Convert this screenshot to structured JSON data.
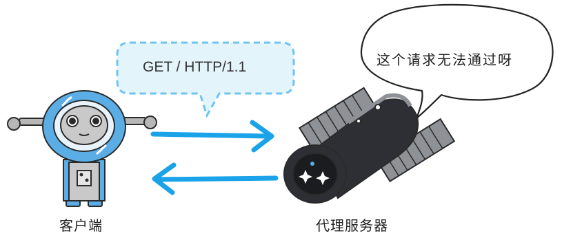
{
  "request_bubble": {
    "text": "GET / HTTP/1.1"
  },
  "speech_bubble": {
    "text": "这个请求无法通过呀"
  },
  "client": {
    "label": "客户端"
  },
  "proxy": {
    "label": "代理服务器"
  },
  "colors": {
    "arrow": "#1aa3e8",
    "robot_body": "#5aaee5",
    "robot_face": "#c9c9c9",
    "request_bubble_fill": "#e4f4fb",
    "request_bubble_border": "#6cc5ee",
    "satellite_dark": "#2d2f35",
    "satellite_gray": "#8e9196"
  },
  "icons": [
    "robot-client-icon",
    "satellite-proxy-icon",
    "arrow-right-icon",
    "arrow-left-icon"
  ]
}
